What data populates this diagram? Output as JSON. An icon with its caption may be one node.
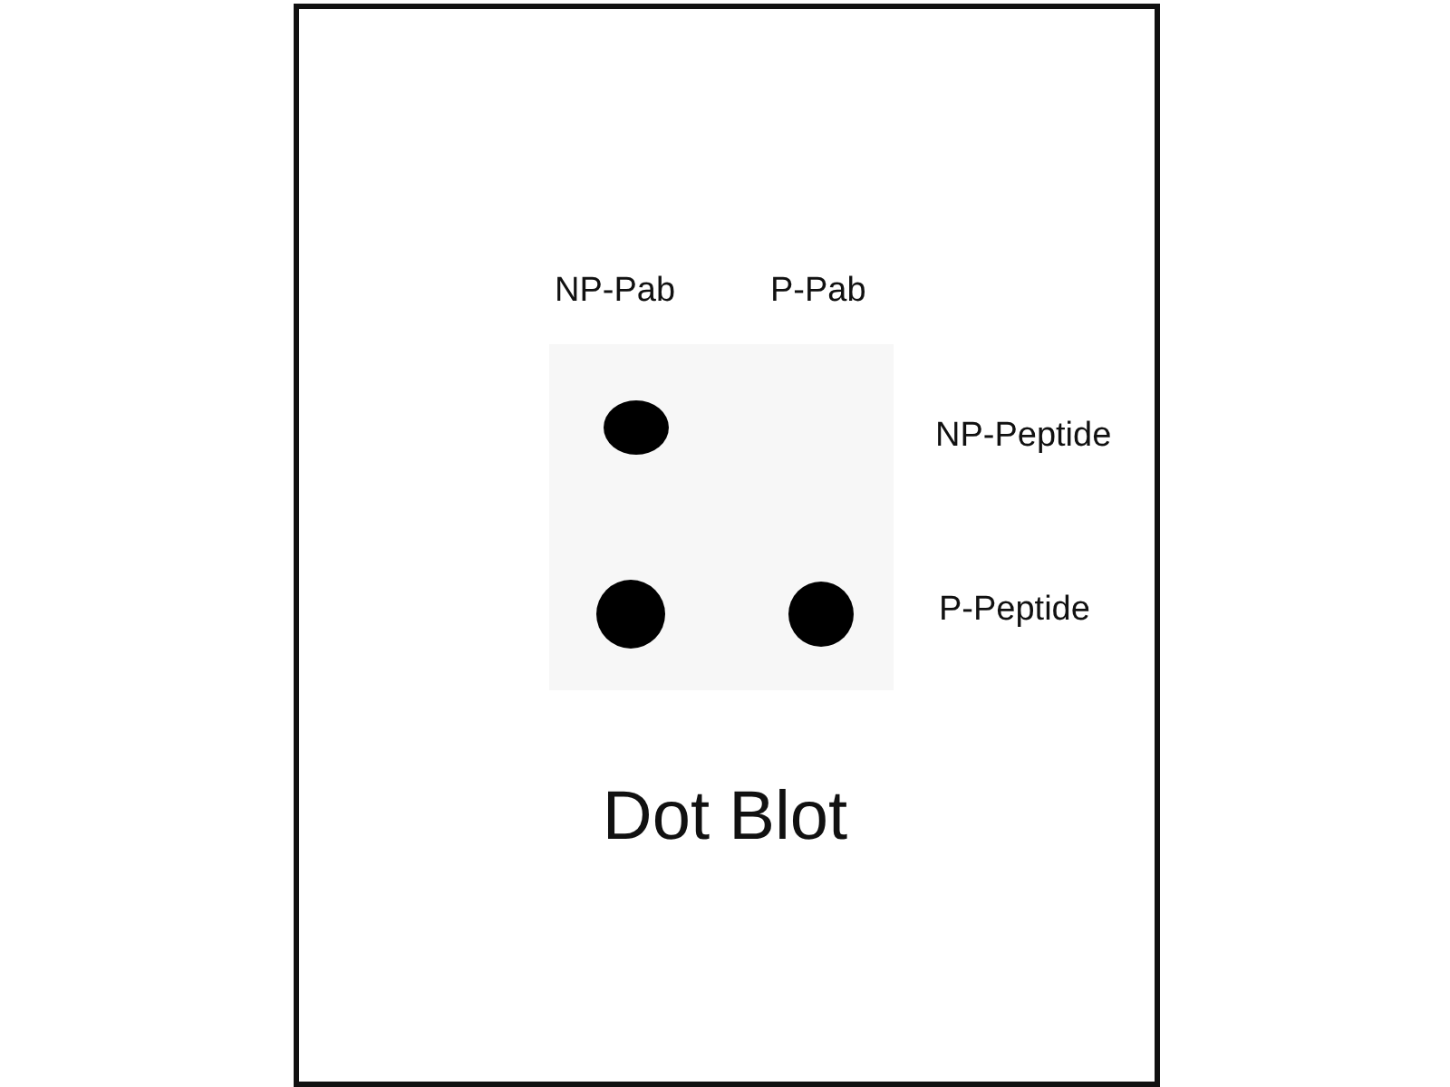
{
  "diagram": {
    "caption": "Dot Blot",
    "labels": [
      "NP-Pab",
      "P-Pab",
      "NP-Peptide",
      "P-Peptide"
    ]
  }
}
